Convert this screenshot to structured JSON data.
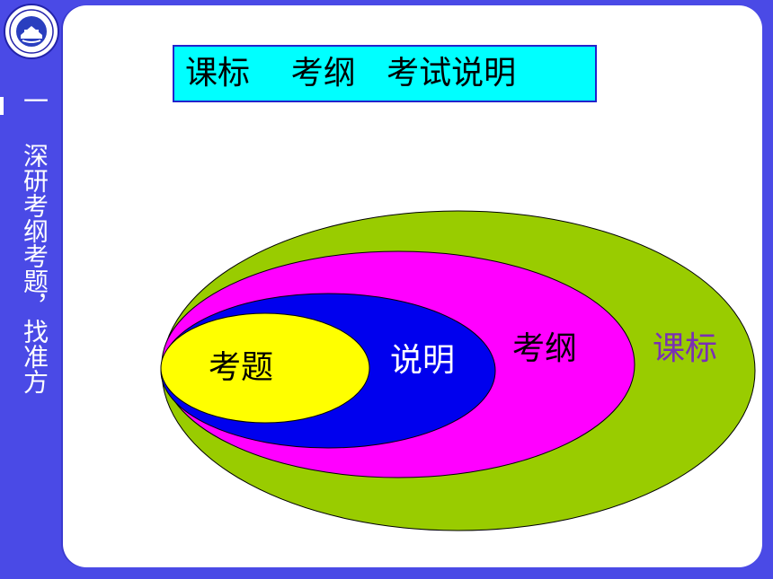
{
  "sidebar": {
    "title": "一 深研考纲考题，找准方",
    "logo_icon": "school-emblem-icon"
  },
  "slide": {
    "title": "课标    考纲   考试说明"
  },
  "diagram": {
    "type": "nested-ellipses",
    "sets": [
      {
        "label": "课标",
        "fill": "#99cc00",
        "label_color": "#7a2fb5"
      },
      {
        "label": "考纲",
        "fill": "#ff00ff",
        "label_color": "#000000"
      },
      {
        "label": "说明",
        "fill": "#0000ee",
        "label_color": "#ffffff"
      },
      {
        "label": "考题",
        "fill": "#ffff00",
        "label_color": "#000000"
      }
    ]
  },
  "colors": {
    "background": "#4a4ae6",
    "panel": "#ffffff",
    "title_box": "#00ffff"
  }
}
